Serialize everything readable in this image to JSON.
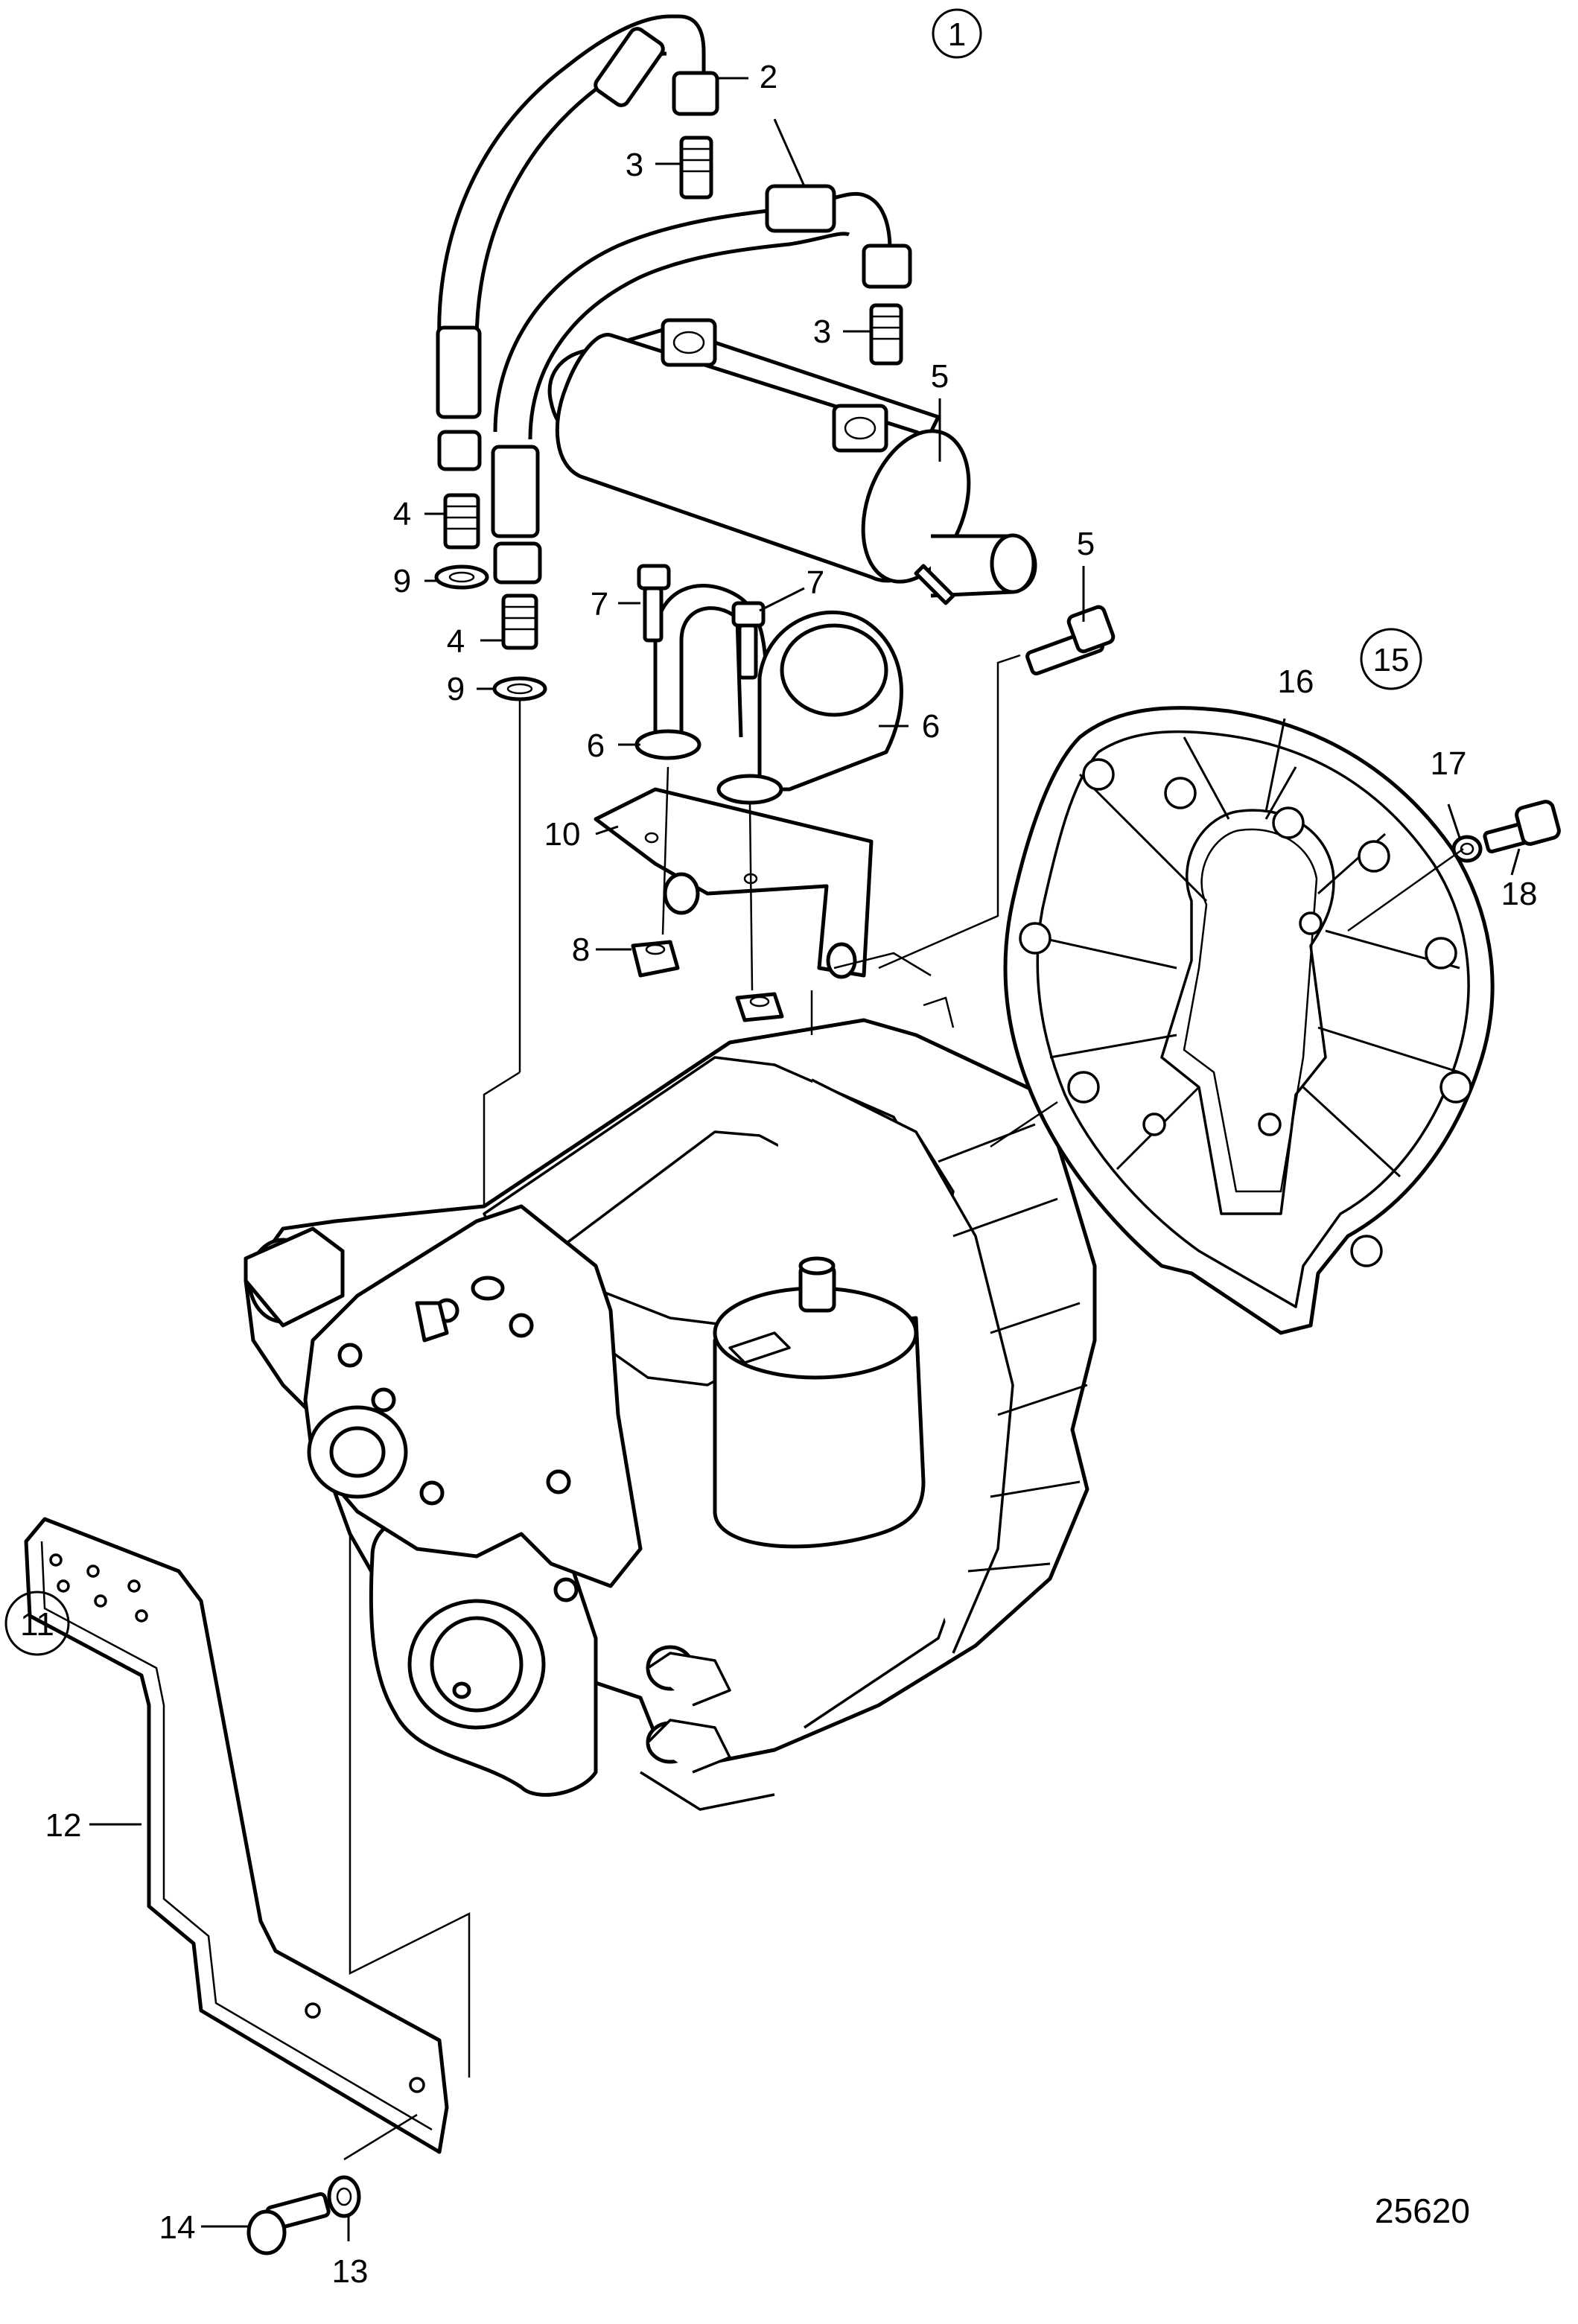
{
  "callouts": [
    {
      "id": "c1",
      "text": "1",
      "circled": true
    },
    {
      "id": "c2",
      "text": "2"
    },
    {
      "id": "c3a",
      "text": "3"
    },
    {
      "id": "c3b",
      "text": "3"
    },
    {
      "id": "c5a",
      "text": "5"
    },
    {
      "id": "c4a",
      "text": "4"
    },
    {
      "id": "c9a",
      "text": "9"
    },
    {
      "id": "c5b",
      "text": "5"
    },
    {
      "id": "c7a",
      "text": "7"
    },
    {
      "id": "c7b",
      "text": "7"
    },
    {
      "id": "c4b",
      "text": "4"
    },
    {
      "id": "c9b",
      "text": "9"
    },
    {
      "id": "c15",
      "text": "15",
      "circled": true
    },
    {
      "id": "c16",
      "text": "16"
    },
    {
      "id": "c17",
      "text": "17"
    },
    {
      "id": "c18",
      "text": "18"
    },
    {
      "id": "c6a",
      "text": "6"
    },
    {
      "id": "c6b",
      "text": "6"
    },
    {
      "id": "c10",
      "text": "10"
    },
    {
      "id": "c8",
      "text": "8"
    },
    {
      "id": "c11",
      "text": "11",
      "circled": true
    },
    {
      "id": "c12",
      "text": "12"
    },
    {
      "id": "c14",
      "text": "14"
    },
    {
      "id": "c13",
      "text": "13"
    }
  ],
  "figure_number": "25620"
}
